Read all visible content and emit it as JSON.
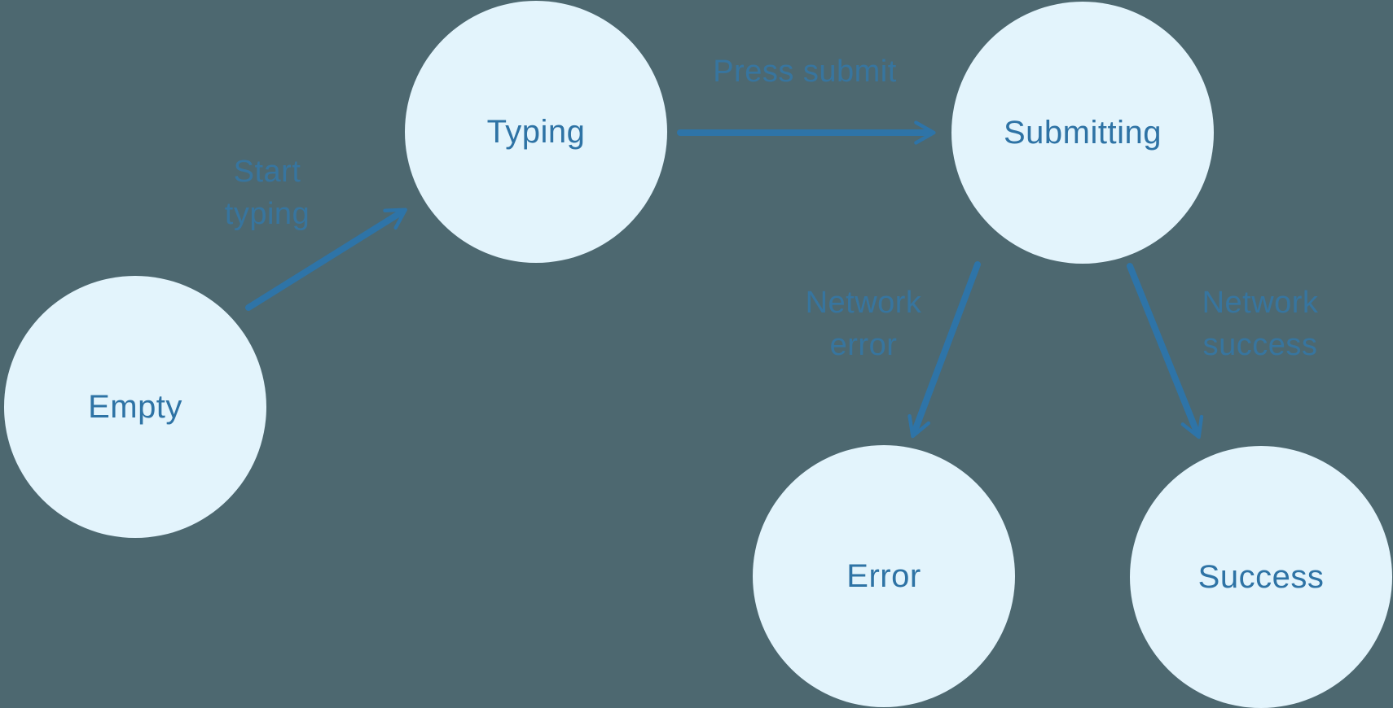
{
  "diagram_type": "state-machine",
  "colors": {
    "background": "#4D6870",
    "node_fill": "#E3F4FC",
    "node_text": "#2E73A5",
    "edge": "#2E74A8",
    "edge_label": "#37759F"
  },
  "nodes": [
    {
      "id": "empty",
      "label": "Empty"
    },
    {
      "id": "typing",
      "label": "Typing"
    },
    {
      "id": "submitting",
      "label": "Submitting"
    },
    {
      "id": "error",
      "label": "Error"
    },
    {
      "id": "success",
      "label": "Success"
    }
  ],
  "edges": [
    {
      "from": "empty",
      "to": "typing",
      "label": "Start typing",
      "lines": [
        "Start",
        "typing"
      ]
    },
    {
      "from": "typing",
      "to": "submitting",
      "label": "Press submit",
      "lines": [
        "Press submit"
      ]
    },
    {
      "from": "submitting",
      "to": "error",
      "label": "Network error",
      "lines": [
        "Network",
        "error"
      ]
    },
    {
      "from": "submitting",
      "to": "success",
      "label": "Network success",
      "lines": [
        "Network",
        "success"
      ]
    }
  ]
}
